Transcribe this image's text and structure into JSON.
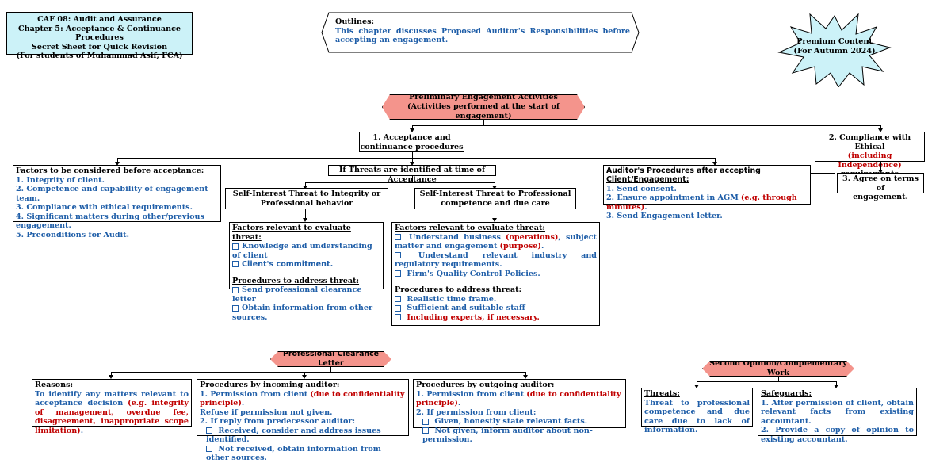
{
  "title_box": {
    "line1": "CAF 08: Audit and Assurance",
    "line2": "Chapter 5: Acceptance & Continuance Procedures",
    "line3": "Secret Sheet for Quick Revision",
    "line4": "(For students of Muhammad Asif, FCA)"
  },
  "outlines": {
    "heading": "Outlines:",
    "text": "This chapter discusses Proposed Auditor's Responsibilities before accepting an engagement."
  },
  "premium": {
    "line1": "Premium Content",
    "line2": "(For Autumn 2024)"
  },
  "preliminary": {
    "line1": "Preliminary Engagement Activities",
    "line2": "(Activities performed at the start of engagement)"
  },
  "acceptance": {
    "line1": "1. Acceptance and",
    "line2": "continuance procedures"
  },
  "ethics": {
    "line1": "2. Compliance with Ethical",
    "line2": "(including Independence)",
    "line3": "requirements"
  },
  "agree_terms": {
    "line1": "3. Agree on terms of",
    "line2": "engagement."
  },
  "factors_acceptance": {
    "heading": "Factors to be considered before acceptance:",
    "items": [
      "1. Integrity of client.",
      "2. Competence and capability of engagement team.",
      "3. Compliance with ethical requirements.",
      "4. Significant matters during other/previous engagement.",
      "5. Preconditions for Audit."
    ]
  },
  "threats_label": "If Threats are identified at time of Acceptance",
  "threat_integrity": {
    "line1": "Self-Interest Threat to Integrity or",
    "line2": "Professional behavior"
  },
  "threat_competence": {
    "line1": "Self-Interest Threat to Professional",
    "line2": "competence and due care"
  },
  "integrity_details": {
    "factors_heading": "Factors relevant to evaluate threat:",
    "factors": [
      "Knowledge and understanding of client",
      "Client's commitment."
    ],
    "procedures_heading": "Procedures to address threat:",
    "procedures": [
      "Send professional clearance letter",
      "Obtain information from other sources."
    ]
  },
  "competence_details": {
    "factors_heading": "Factors relevant to evaluate threat:",
    "f1_a": "Understand business",
    "f1_b": "(operations)",
    "f1_c": ", subject matter and engagement",
    "f1_d": "(purpose)",
    "f1_e": ".",
    "f2": "Understand relevant industry and regulatory requirements.",
    "f3": "Firm's Quality Control Policies.",
    "procedures_heading": "Procedures to address threat:",
    "p1": "Realistic time frame.",
    "p2": "Sufficient and suitable staff",
    "p3": "Including experts, if necessary."
  },
  "auditor_procedures": {
    "heading": "Auditor's Procedures after accepting Client/Engagement:",
    "i1": "1. Send consent.",
    "i2_a": "2. Ensure appointment in AGM",
    "i2_b": "(e.g. through minutes)",
    "i2_c": ".",
    "i3": "3. Send Engagement letter."
  },
  "clearance": {
    "label": "Professional Clearance Letter"
  },
  "reasons": {
    "heading": "Reasons:",
    "text_a": "To identify any matters relevant to acceptance decision",
    "text_b": "(e.g. integrity of management, overdue fee, disagreement, inappropriate scope limitation)",
    "text_c": "."
  },
  "incoming": {
    "heading": "Procedures by incoming auditor:",
    "l1_a": "1. Permission from client",
    "l1_b": "(due to confidentiality principle)",
    "l1_c": ".",
    "l2": "Refuse if permission not given.",
    "l3": "2. If reply from predecessor auditor:",
    "l4": "Received, consider and address issues identified.",
    "l5": "Not received, obtain information from other sources."
  },
  "outgoing": {
    "heading": "Procedures by outgoing auditor:",
    "l1_a": "1. Permission from client",
    "l1_b": "(due to confidentiality principle)",
    "l1_c": ".",
    "l2": "2. If permission from client:",
    "l3": "Given, honestly state relevant facts.",
    "l4": "Not given, inform auditor about non-permission."
  },
  "second_opinion": {
    "label": "Second Opinion/Complementary Work"
  },
  "threats_box": {
    "heading": "Threats:",
    "text": "Threat to professional competence and due care due to lack of information."
  },
  "safeguards": {
    "heading": "Safeguards:",
    "l1": "1. After permission of client, obtain relevant facts from existing accountant.",
    "l2": "2. Provide a copy of opinion to existing accountant."
  }
}
